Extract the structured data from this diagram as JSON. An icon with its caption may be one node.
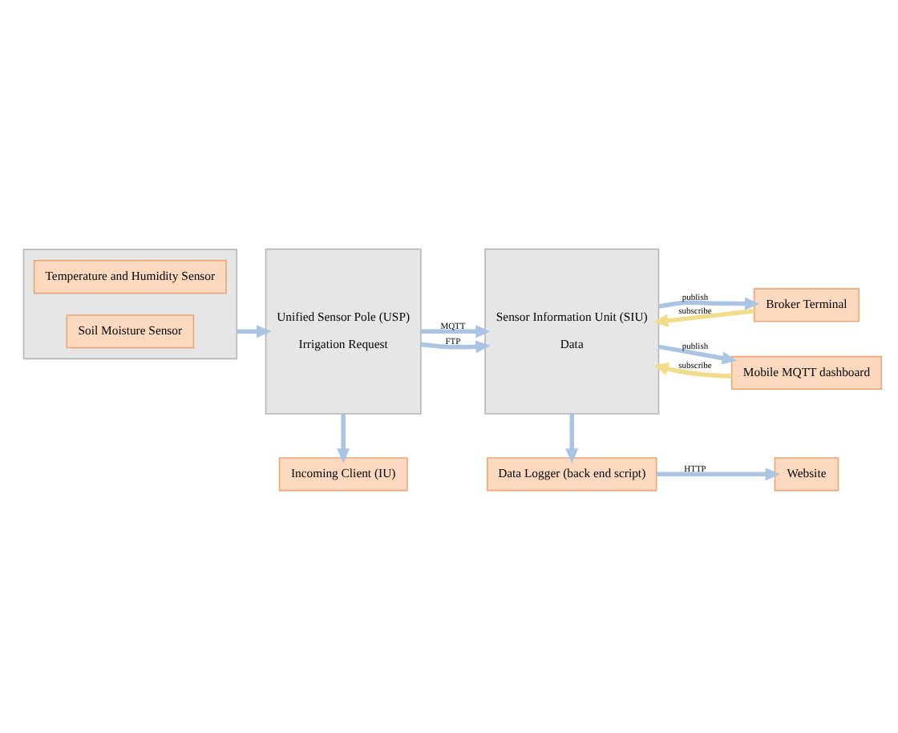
{
  "diagram": {
    "nodes": [
      {
        "text": [],
        "shape": "box"
      },
      {
        "text": [
          "Temperature and Humidity Sensor"
        ],
        "in": 0
      },
      {
        "text": [
          "Soil Moisture Sensor"
        ],
        "in": 0
      },
      {
        "text": [
          "Unified Sensor Pole (USP)",
          "Irrigation Request"
        ]
      },
      {
        "text": [
          "Sensor Information Unit (SIU)",
          "Data"
        ]
      },
      {
        "text": [
          "Broker Terminal"
        ]
      },
      {
        "text": [
          "Mobile MQTT dashboard"
        ]
      },
      {
        "text": [
          "Incoming Client (IU)"
        ]
      },
      {
        "text": [
          "Data Logger (back end script)"
        ]
      },
      {
        "text": [
          "Website"
        ]
      }
    ],
    "edges": [
      {
        "from": 0,
        "to": 3,
        "arrow": "to"
      },
      {
        "from": 3,
        "to": 4,
        "arrow": "to",
        "label": "MQTT"
      },
      {
        "from": 3,
        "to": 4,
        "arrow": "to",
        "label": "FTP"
      },
      {
        "from": 4,
        "to": 5,
        "arrow": "to",
        "label": "publish"
      },
      {
        "from": 5,
        "to": 4,
        "arrow": "to",
        "label": "subscribe",
        "color": "#f2dc86"
      },
      {
        "from": 4,
        "to": 6,
        "arrow": "to",
        "label": "publish"
      },
      {
        "from": 6,
        "to": 4,
        "arrow": "to",
        "label": "subscribe",
        "color": "#f2dc86"
      },
      {
        "from": 3,
        "to": 7,
        "arrow": "to"
      },
      {
        "from": 4,
        "to": 8,
        "arrow": "to"
      },
      {
        "from": 8,
        "to": 9,
        "arrow": "to",
        "label": "HTTP"
      }
    ]
  }
}
